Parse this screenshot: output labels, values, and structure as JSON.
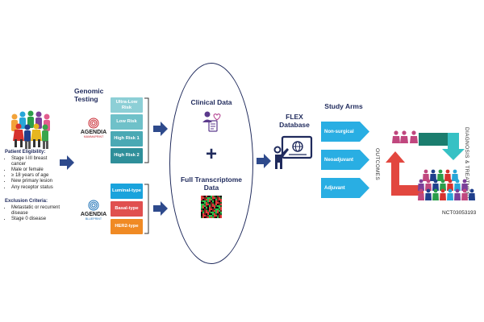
{
  "eligibility": {
    "title": "Patient Eligibility:",
    "items": [
      "Stage I-III breast cancer",
      "Male or female",
      "≥ 18 years of age",
      "New primary lesion",
      "Any receptor status"
    ]
  },
  "exclusion": {
    "title": "Exclusion Criteria:",
    "items": [
      "Metastatic or recurrent disease",
      "Stage 0 disease"
    ]
  },
  "genomic": {
    "title": "Genomic Testing",
    "mammaprint": {
      "brand": "AGENDIA",
      "product": "MAMMAPRINT"
    },
    "blueprint": {
      "brand": "AGENDIA",
      "product": "BLUEPRINT"
    },
    "mammaprint_boxes": [
      "Ultra-Low Risk",
      "Low Risk",
      "High Risk 1",
      "High Risk 2"
    ],
    "blueprint_boxes": [
      "Luminal-type",
      "Basal-type",
      "HER2-type"
    ]
  },
  "oval": {
    "clinical": "Clinical Data",
    "plus": "+",
    "transcriptome": "Full Transcriptome Data"
  },
  "database": {
    "title": "FLEX Database"
  },
  "arms": {
    "title": "Study Arms",
    "items": [
      "Non-surgical",
      "Neoadjuvant",
      "Adjuvant"
    ]
  },
  "cycle": {
    "diagnosis": "DIAGNOSIS & TREATMENT",
    "outcomes": "OUTCOMES",
    "trial_id": "NCT03053193"
  },
  "colors": {
    "navy": "#1f2a5c",
    "arrow": "#2e4a8c",
    "teal1": "#8dcfd6",
    "teal2": "#6fc1c9",
    "teal3": "#4aa9b4",
    "teal4": "#2f8f9a",
    "luminal": "#1aa3dc",
    "basal": "#e0504f",
    "her2": "#f08a24",
    "arm": "#29aee3",
    "cycle_green": "#1b7d6e",
    "cycle_cyan": "#36c1c4",
    "cycle_red": "#e2473f"
  }
}
